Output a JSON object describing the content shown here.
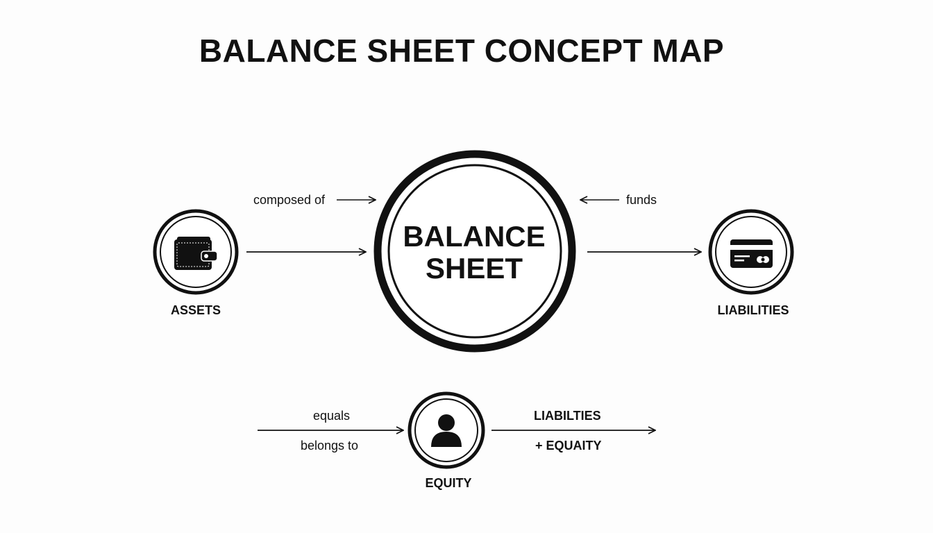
{
  "title": "BALANCE SHEET CONCEPT MAP",
  "center": {
    "line1": "BALANCE",
    "line2": "SHEET"
  },
  "nodes": {
    "assets": {
      "label": "ASSETS",
      "icon": "wallet-icon"
    },
    "liabilities": {
      "label": "LIABILITIES",
      "icon": "credit-card-icon"
    },
    "equity": {
      "label": "EQUITY",
      "icon": "person-icon"
    }
  },
  "edges": {
    "composed_of": "composed of",
    "funds": "funds",
    "equals": "equals",
    "belongs_to": "belongs to",
    "liabilities_line1": "LIABILTIES",
    "liabilities_line2": "+ EQUAITY"
  },
  "colors": {
    "ink": "#111111",
    "background": "#fdfdfd"
  }
}
